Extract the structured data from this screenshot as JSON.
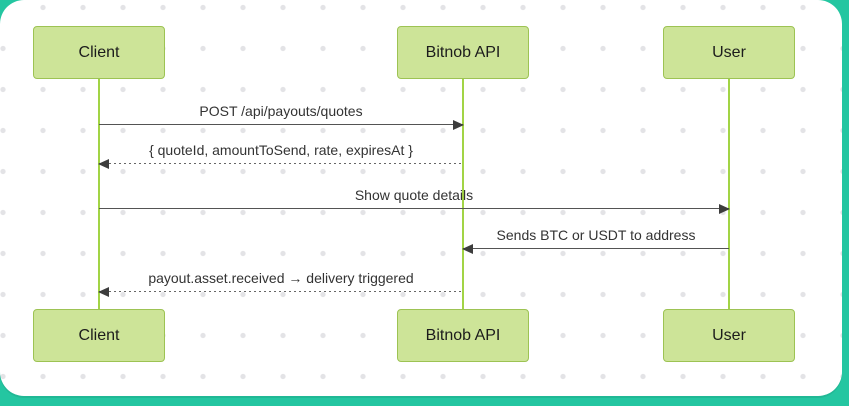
{
  "diagram": {
    "type": "sequence",
    "actors": [
      {
        "id": "client",
        "label": "Client"
      },
      {
        "id": "bitnob-api",
        "label": "Bitnob API"
      },
      {
        "id": "user",
        "label": "User"
      }
    ],
    "messages": [
      {
        "from": "client",
        "to": "bitnob-api",
        "label": "POST /api/payouts/quotes",
        "line": "solid",
        "direction": "right"
      },
      {
        "from": "bitnob-api",
        "to": "client",
        "label": "{ quoteId, amountToSend, rate, expiresAt }",
        "line": "dashed",
        "direction": "left"
      },
      {
        "from": "client",
        "to": "user",
        "label": "Show quote details",
        "line": "solid",
        "direction": "right"
      },
      {
        "from": "user",
        "to": "bitnob-api",
        "label": "Sends BTC or USDT to address",
        "line": "solid",
        "direction": "left"
      },
      {
        "from": "bitnob-api",
        "to": "client",
        "label": "payout.asset.received → delivery triggered",
        "line": "dashed",
        "direction": "left"
      }
    ],
    "colors": {
      "frame_background": "#24c6a1",
      "canvas_background": "#ffffff",
      "grid_dot": "#e3e3e6",
      "actor_fill": "#cde498",
      "actor_border": "#9dc353",
      "lifeline": "#a2d445",
      "arrow": "#4d4d4d",
      "message_text": "#333333"
    }
  }
}
